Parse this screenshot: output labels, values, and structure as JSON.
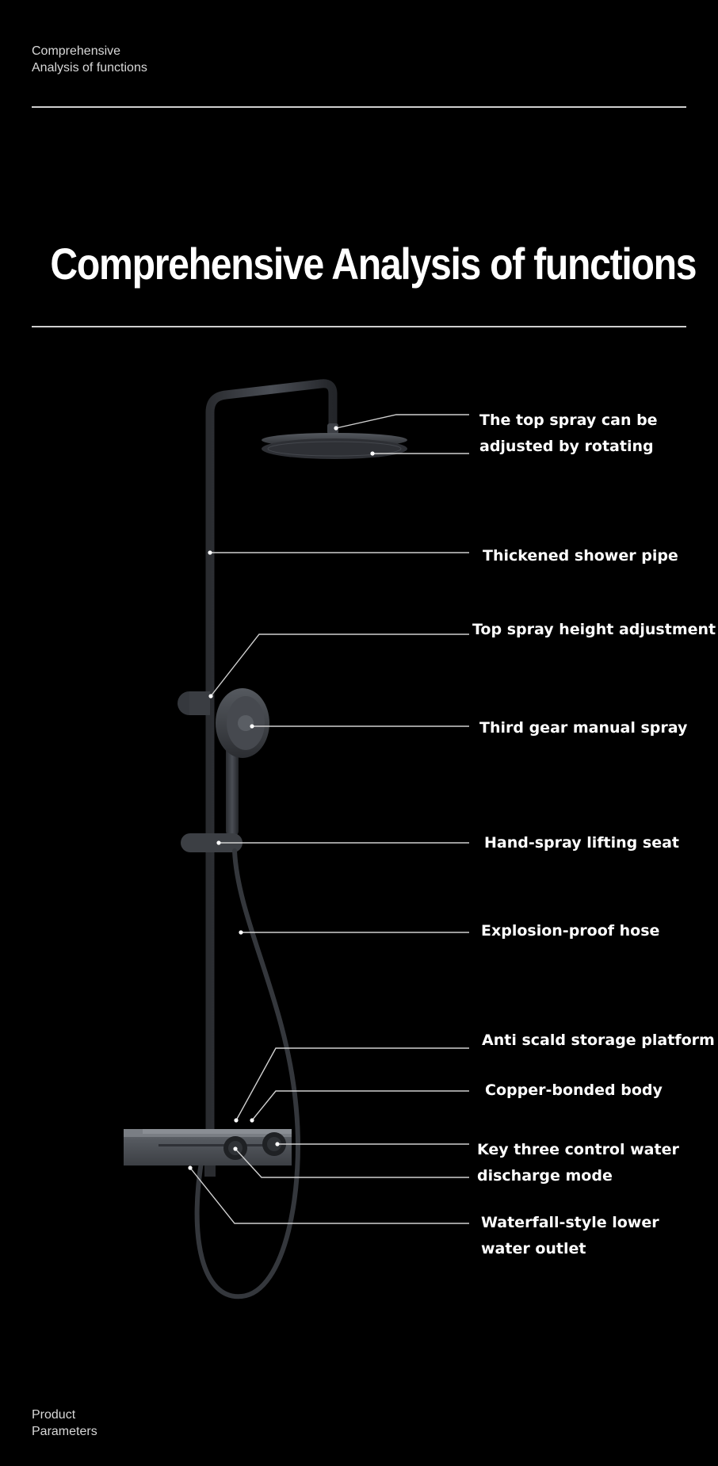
{
  "header": {
    "corner_line1": "Comprehensive",
    "corner_line2": "Analysis of functions"
  },
  "title": "Comprehensive Analysis of functions",
  "callouts": {
    "top_spray_line1": "The top spray can be",
    "top_spray_line2": "adjusted by rotating",
    "shower_pipe": "Thickened shower pipe",
    "height_adjustment": "Top spray height adjustment",
    "manual_spray": "Third gear manual spray",
    "lifting_seat": "Hand-spray lifting seat",
    "hose": "Explosion-proof hose",
    "storage_platform": "Anti scald storage platform",
    "body": "Copper-bonded body",
    "control_line1": "Key three control water",
    "control_line2": "discharge mode",
    "outlet_line1": "Waterfall-style lower",
    "outlet_line2": "water outlet"
  },
  "footer": {
    "corner_line1": "Product",
    "corner_line2": "Parameters"
  },
  "colors": {
    "background": "#000000",
    "text": "#ffffff",
    "rule": "#cfcfcf",
    "fixture": "#3a3d42"
  }
}
